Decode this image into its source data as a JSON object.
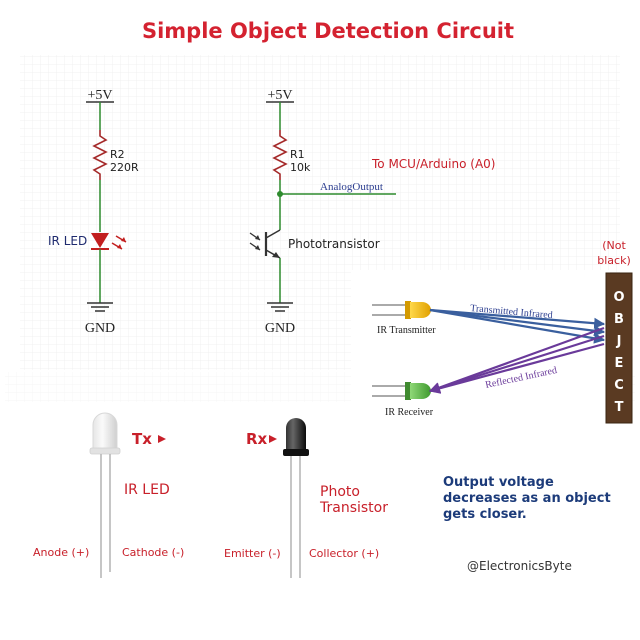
{
  "title": "Simple Object Detection Circuit",
  "left_circuit": {
    "supply": "+5V",
    "resistor_ref": "R2",
    "resistor_value": "220R",
    "led_label": "IR LED",
    "ground": "GND"
  },
  "right_circuit": {
    "supply": "+5V",
    "resistor_ref": "R1",
    "resistor_value": "10k",
    "transistor_label": "Phototransistor",
    "ground": "GND",
    "output_net": "AnalogOutput",
    "output_destination": "To MCU/Arduino (A0)"
  },
  "detection": {
    "object_note_line1": "(Not",
    "object_note_line2": "black)",
    "object_letters": [
      "O",
      "B",
      "J",
      "E",
      "C",
      "T"
    ],
    "transmitter_label": "IR Transmitter",
    "receiver_label": "IR Receiver",
    "transmitted_label": "Transmitted Infrared",
    "reflected_label": "Reflected Infrared"
  },
  "components": {
    "tx_tag": "Tx",
    "tx_name": "IR LED",
    "tx_pin_left": "Anode (+)",
    "tx_pin_right": "Cathode (-)",
    "rx_tag": "Rx",
    "rx_name_line1": "Photo",
    "rx_name_line2": "Transistor",
    "rx_pin_left": "Emitter (-)",
    "rx_pin_right": "Collector (+)"
  },
  "note": {
    "line1": "Output voltage",
    "line2": "decreases as an object",
    "line3": "gets closer."
  },
  "credit": "@ElectronicsByte",
  "colors": {
    "title": "#d42230",
    "red_text": "#c8202a",
    "note_text": "#1c3b7a",
    "wire_green": "#2e8b2e",
    "wire_dark": "#333333",
    "resistor": "#a52a2a",
    "led_red": "#c21f1f",
    "net_blue": "#2b3d8f",
    "transmit_blue": "#3a5f9e",
    "reflect_purple": "#6a3a9a",
    "object_brown": "#5a3a22",
    "tx_led_yellow": "#f2b705",
    "rx_led_green": "#5fba47"
  }
}
